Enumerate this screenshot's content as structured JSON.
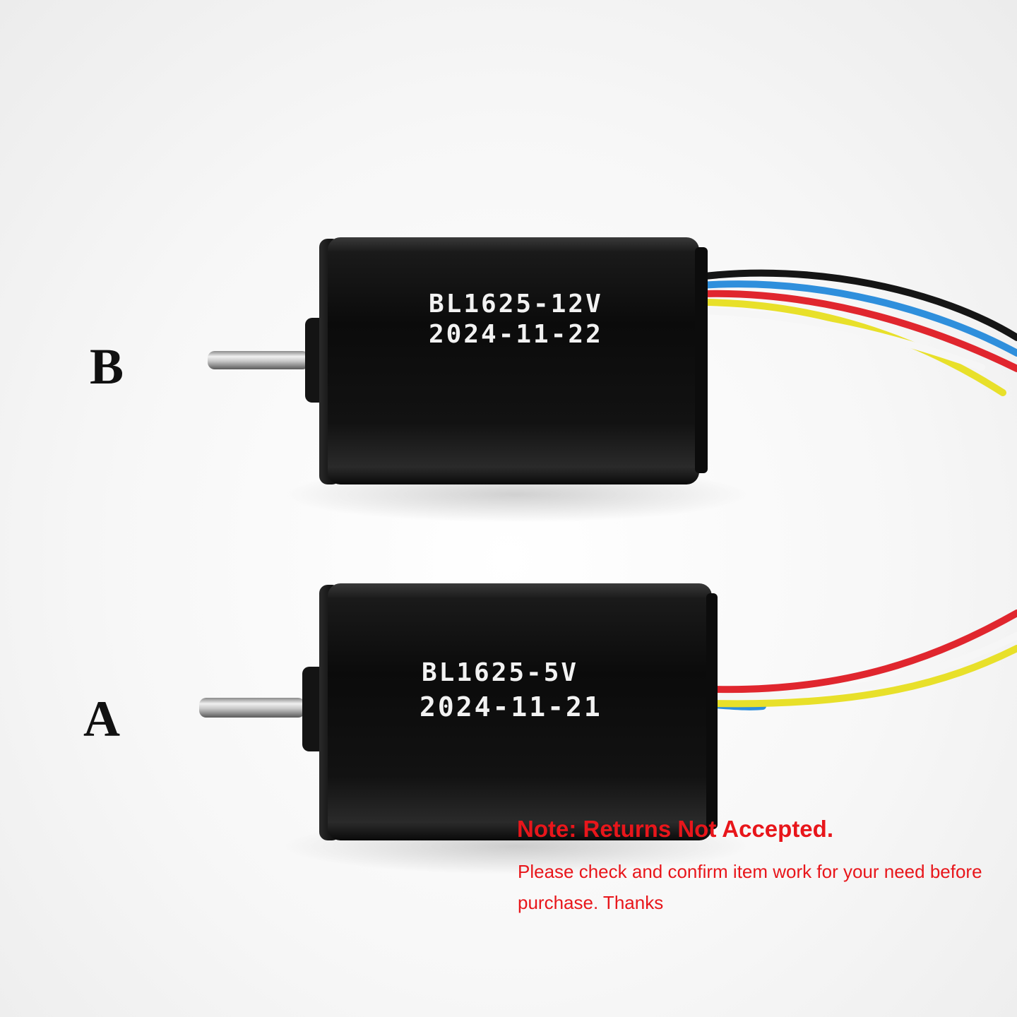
{
  "labels": {
    "top_motor": "B",
    "bottom_motor": "A"
  },
  "motors": {
    "b": {
      "model": "BL1625-12V",
      "date": "2024-11-22"
    },
    "a": {
      "model": "BL1625-5V",
      "date": "2024-11-21"
    }
  },
  "note": {
    "title": "Note: Returns Not Accepted.",
    "body": "Please check and confirm item work for your need before purchase. Thanks"
  },
  "colors": {
    "note_text": "#e8161b",
    "motor_body": "#0d0d0d",
    "wire_black": "#151515",
    "wire_blue": "#2f8fdc",
    "wire_white": "#f4f4f4",
    "wire_yellow": "#e8e02a",
    "wire_red": "#e0262e"
  }
}
